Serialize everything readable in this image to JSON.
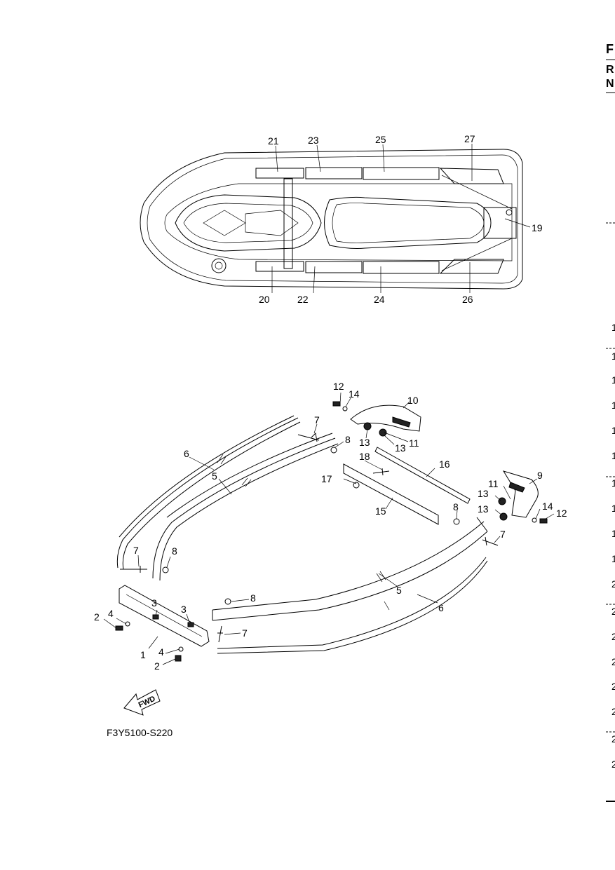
{
  "header": {
    "letters": [
      "F",
      "R",
      "N"
    ]
  },
  "diagram_code": "F3Y5100-S220",
  "fwd_label": "FWD",
  "callouts_top": [
    "21",
    "23",
    "25",
    "27",
    "19",
    "20",
    "22",
    "24",
    "26"
  ],
  "callouts_bottom": [
    "12",
    "14",
    "10",
    "7",
    "8",
    "13",
    "13",
    "11",
    "6",
    "5",
    "18",
    "16",
    "17",
    "15",
    "9",
    "11",
    "13",
    "13",
    "14",
    "12",
    "8",
    "7",
    "7",
    "8",
    "5",
    "6",
    "3",
    "3",
    "4",
    "2",
    "1",
    "4",
    "2",
    "7",
    "8"
  ],
  "margin_numbers": [
    "1",
    "1",
    "1",
    "1",
    "1",
    "1",
    "1",
    "1",
    "1",
    "1",
    "2",
    "2",
    "2",
    "2",
    "2",
    "2",
    "2",
    "2"
  ]
}
